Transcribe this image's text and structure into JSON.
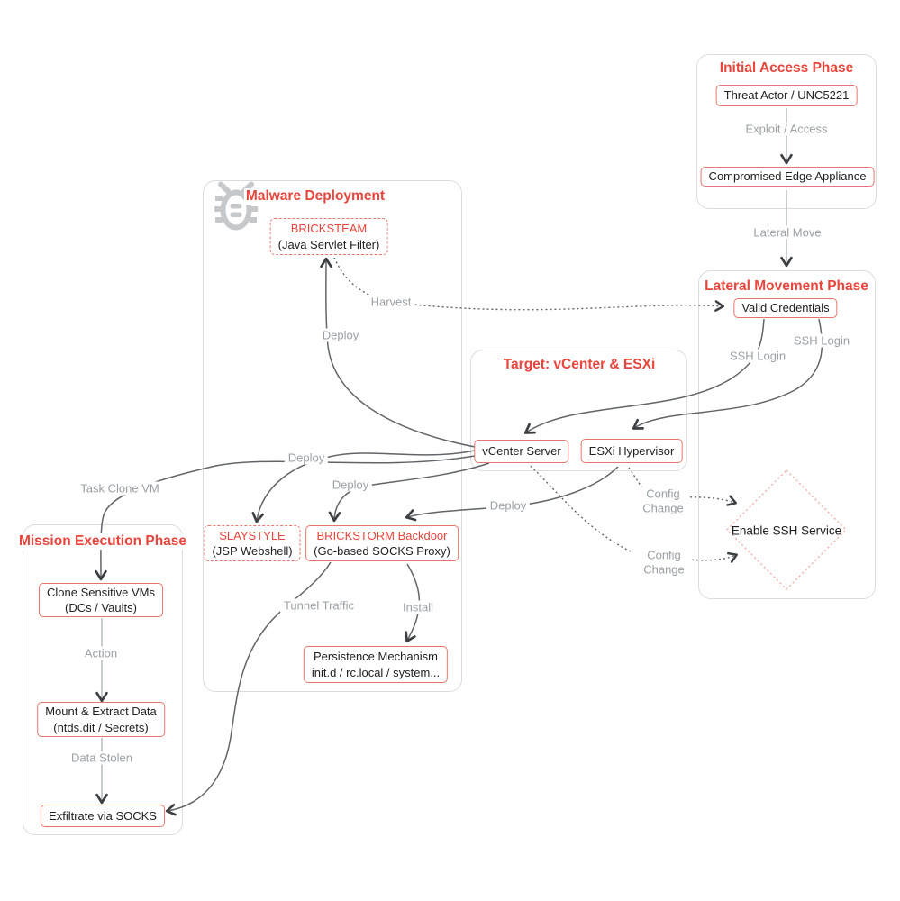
{
  "groups": {
    "initial_access": {
      "title": "Initial Access Phase"
    },
    "lateral_movement": {
      "title": "Lateral Movement Phase"
    },
    "malware_deployment": {
      "title": "Malware Deployment"
    },
    "target": {
      "title": "Target: vCenter & ESXi"
    },
    "mission_execution": {
      "title": "Mission Execution Phase"
    }
  },
  "nodes": {
    "threat_actor": {
      "label": "Threat Actor / UNC5221"
    },
    "compromised_edge": {
      "label": "Compromised Edge Appliance"
    },
    "valid_credentials": {
      "label": "Valid Credentials"
    },
    "enable_ssh_service": {
      "label": "Enable SSH Service"
    },
    "bricksteam": {
      "name": "BRICKSTEAM",
      "subtitle": "(Java Servlet Filter)"
    },
    "slaystyle": {
      "name": "SLAYSTYLE",
      "subtitle": "(JSP Webshell)"
    },
    "brickstorm": {
      "name": "BRICKSTORM Backdoor",
      "subtitle": "(Go-based SOCKS Proxy)"
    },
    "persistence": {
      "name": "Persistence Mechanism",
      "subtitle": "init.d / rc.local / system..."
    },
    "vcenter": {
      "label": "vCenter Server"
    },
    "esxi": {
      "label": "ESXi Hypervisor"
    },
    "clone_vms": {
      "name": "Clone Sensitive VMs",
      "subtitle": "(DCs / Vaults)"
    },
    "mount_extract": {
      "name": "Mount & Extract Data",
      "subtitle": "(ntds.dit / Secrets)"
    },
    "exfiltrate": {
      "label": "Exfiltrate via SOCKS"
    }
  },
  "edge_labels": {
    "exploit_access": "Exploit / Access",
    "lateral_move": "Lateral Move",
    "harvest": "Harvest",
    "deploy_bricksteam": "Deploy",
    "deploy_slaystyle": "Deploy",
    "deploy_brickstorm_vcenter": "Deploy",
    "deploy_brickstorm_esxi": "Deploy",
    "ssh_login_vcenter": "SSH Login",
    "ssh_login_esxi": "SSH Login",
    "config_change_esxi": "Config Change",
    "config_change_vcenter": "Config Change",
    "task_clone_vm": "Task Clone VM",
    "action": "Action",
    "data_stolen": "Data Stolen",
    "tunnel_traffic": "Tunnel Traffic",
    "install": "Install"
  },
  "icons": {
    "malware_deployment": "bug-icon"
  },
  "colors": {
    "phase_title_red": "#e8453c",
    "node_border_red": "#e8756b",
    "node_text": "#202124",
    "edge_label_gray": "#9aa0a6",
    "connector_gray": "#616569",
    "light_connector_gray": "#b7babd",
    "arrowhead": "#3c4043",
    "group_border_gray": "#dadce0",
    "diamond_dotted_pink": "#f0b2ac",
    "bug_icon_gray": "#c6c9cc",
    "background": "#ffffff"
  }
}
